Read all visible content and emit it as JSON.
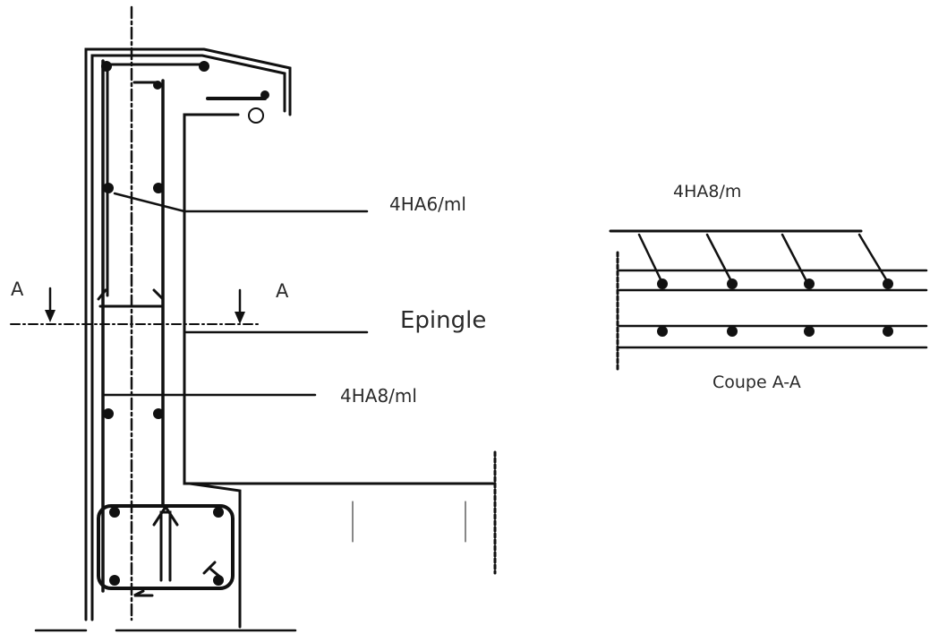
{
  "labels": {
    "wall_reinforcement_top": "4HA6/ml",
    "section_marker_left": "A",
    "section_marker_right": "A",
    "epingle": "Epingle",
    "wall_reinforcement_bottom": "4HA8/ml",
    "section_reinforcement": "4HA8/m",
    "section_title": "Coupe A-A"
  },
  "colors": {
    "ink": "#111111",
    "text": "#2a2a2a",
    "background": "#ffffff"
  }
}
